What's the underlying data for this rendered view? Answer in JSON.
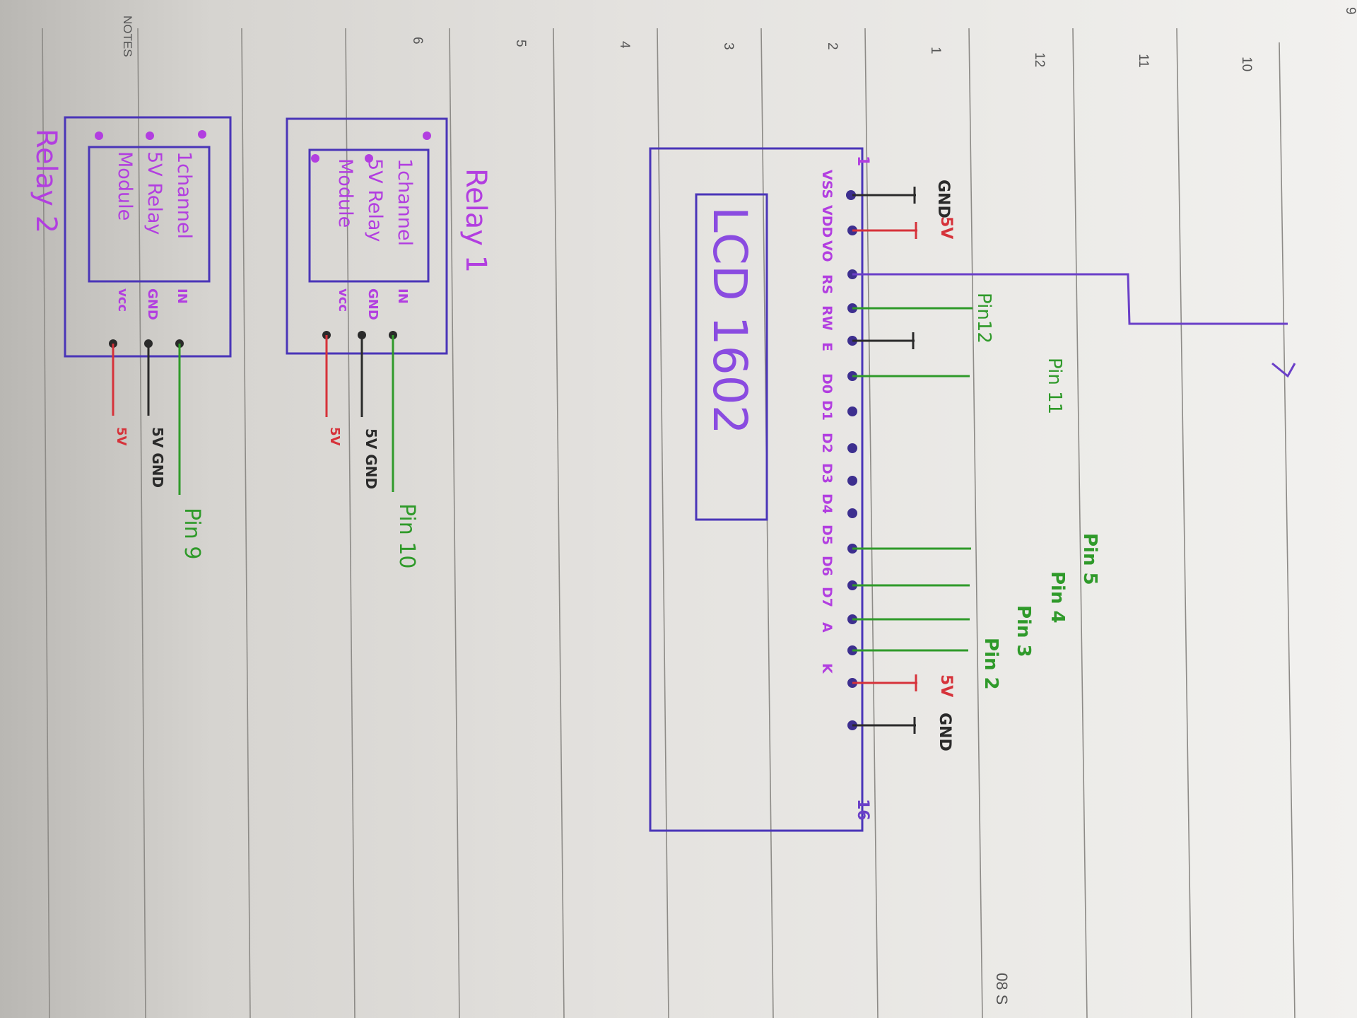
{
  "notebook": {
    "row_numbers": [
      "9",
      "10",
      "11",
      "12",
      "1",
      "2",
      "3",
      "4",
      "5",
      "6"
    ],
    "notes_label": "NOTES",
    "corner_label": "08 S"
  },
  "lcd": {
    "title": "LCD 1602",
    "pin_start": "1",
    "pin_end": "16",
    "pins": [
      "VSS",
      "VDD",
      "VO",
      "RS",
      "RW",
      "E",
      "D0",
      "D1",
      "D2",
      "D3",
      "D4",
      "D5",
      "D6",
      "D7",
      "A",
      "K"
    ],
    "connections": {
      "vss": "GND",
      "vdd": "5V",
      "rs": "Pin12",
      "e": "Pin 11",
      "d4": "Pin 5",
      "d5": "Pin 4",
      "d6": "Pin 3",
      "d7": "Pin 2",
      "a": "5V",
      "k": "GND"
    }
  },
  "relay1": {
    "title": "Relay 1",
    "box_lines": [
      "1channel",
      "5V Relay",
      "Module"
    ],
    "pins": [
      "IN",
      "GND",
      "vcc"
    ],
    "in_target": "Pin 10",
    "gnd_target": "5V GND",
    "vcc_target": "5V"
  },
  "relay2": {
    "title": "Relay 2",
    "box_lines": [
      "1channel",
      "5V Relay",
      "Module"
    ],
    "pins": [
      "IN",
      "GND",
      "vcc"
    ],
    "in_target": "Pin 9",
    "gnd_target": "5V GND",
    "vcc_target": "5V"
  },
  "colors": {
    "ink_purple": "#6a3fc8",
    "ink_magenta": "#b23ee0",
    "ink_green": "#2f9a2a",
    "ink_red": "#d6323a",
    "ink_black": "#2a2a2a"
  }
}
